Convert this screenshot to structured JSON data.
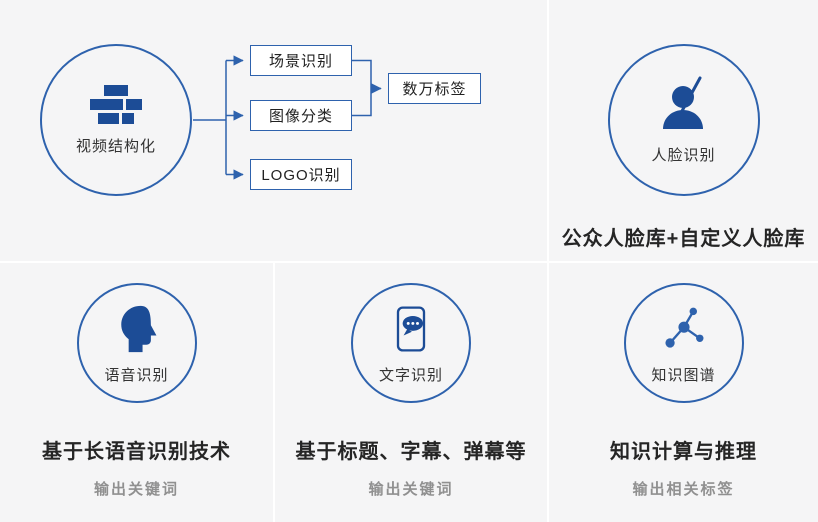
{
  "colors": {
    "accent_blue": "#2e62ad",
    "icon_blue": "#1c4c96",
    "text_dark": "#252525",
    "text_gray": "#909090",
    "panel_bg": "#f5f5f6"
  },
  "video_panel": {
    "circle_label": "视频结构化",
    "branches": [
      "场景识别",
      "图像分类",
      "LOGO识别"
    ],
    "output": "数万标签"
  },
  "face_panel": {
    "circle_label": "人脸识别",
    "description": "公众人脸库+自定义人脸库"
  },
  "speech_panel": {
    "circle_label": "语音识别",
    "description": "基于长语音识别技术",
    "note": "输出关键词"
  },
  "text_panel": {
    "circle_label": "文字识别",
    "description": "基于标题、字幕、弹幕等",
    "note": "输出关键词"
  },
  "knowledge_panel": {
    "circle_label": "知识图谱",
    "description": "知识计算与推理",
    "note": "输出相关标签"
  }
}
